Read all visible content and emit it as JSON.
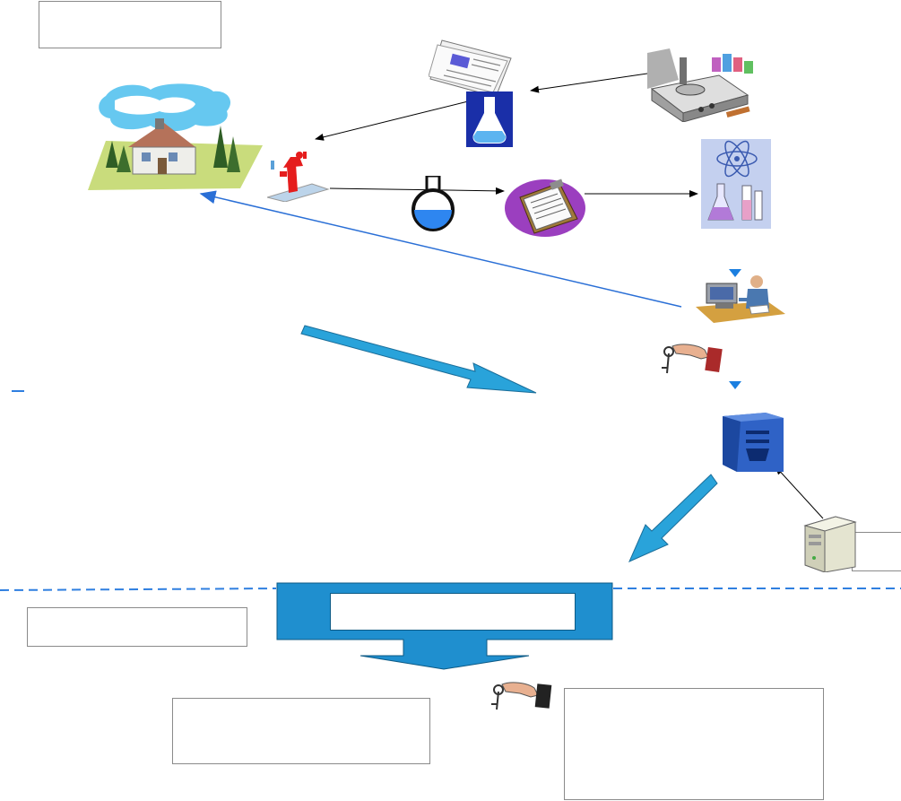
{
  "diagram": {
    "text_boxes": [
      {
        "id": "top-left",
        "text": ""
      },
      {
        "id": "mid-left",
        "text": ""
      },
      {
        "id": "bottom-middle",
        "text": ""
      },
      {
        "id": "bottom-right",
        "text": ""
      },
      {
        "id": "right-edge",
        "text": ""
      },
      {
        "id": "banner-inner",
        "text": ""
      }
    ],
    "icons": [
      "house-icon",
      "document-icon",
      "flask-square-icon",
      "lab-equipment-icon",
      "fire-hydrant-icon",
      "round-flask-icon",
      "clipboard-icon",
      "science-icon",
      "office-worker-icon",
      "key-hand-icon",
      "server-icon",
      "computer-tower-icon",
      "key-hand-bottom-icon"
    ],
    "colors": {
      "accent_blue": "#1f8fcf",
      "dashed_line": "#2f7fe0",
      "thin_blue_arrow": "#2a6fd6",
      "arrow_black": "#000000"
    }
  }
}
